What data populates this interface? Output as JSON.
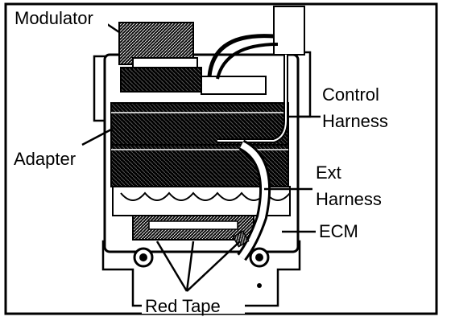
{
  "labels": {
    "modulator": "Modulator",
    "control_harness_line1": "Control",
    "control_harness_line2": "Harness",
    "adapter": "Adapter",
    "ext_harness_line1": "Ext",
    "ext_harness_line2": "Harness",
    "ecm": "ECM",
    "red_tape": "Red Tape"
  }
}
